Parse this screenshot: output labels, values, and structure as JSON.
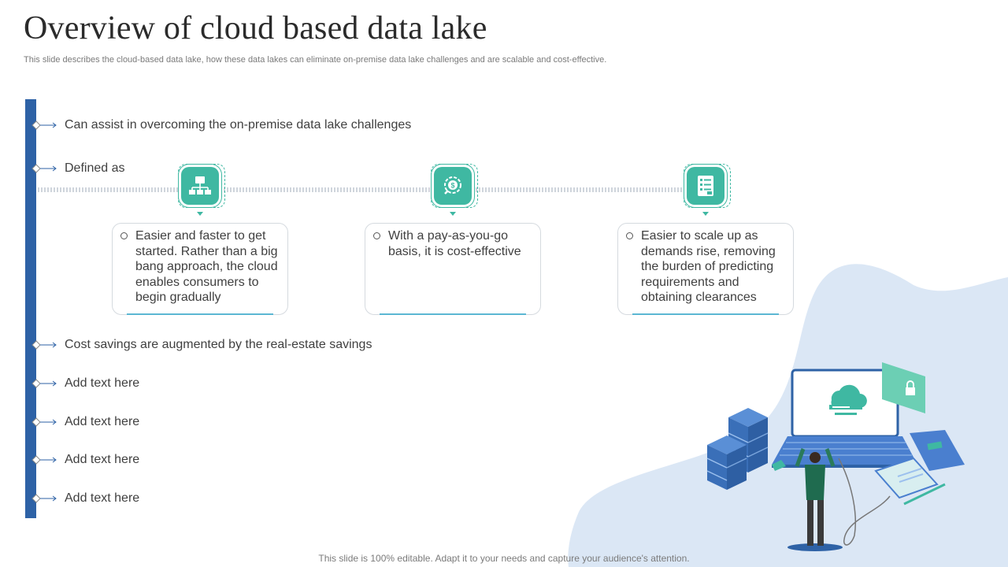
{
  "header": {
    "title": "Overview of cloud based data lake",
    "subtitle": "This slide describes the cloud-based data lake, how these data lakes can eliminate on-premise data lake challenges and are scalable and cost-effective."
  },
  "bullets": [
    "Can assist in overcoming the on-premise data lake challenges",
    "Defined as",
    "Cost savings are augmented by the real-estate savings",
    "Add text here",
    "Add text here",
    "Add text here",
    "Add text here"
  ],
  "cards": [
    {
      "icon": "network-icon",
      "text": "Easier and faster to get started. Rather than a big bang approach, the cloud enables consumers to begin gradually"
    },
    {
      "icon": "money-gear-icon",
      "text": "With a pay-as-you-go basis, it is cost-effective"
    },
    {
      "icon": "checklist-icon",
      "text": "Easier to scale up as demands rise, removing the burden of predicting requirements and obtaining clearances"
    }
  ],
  "footer": "This slide is 100% editable. Adapt it to your needs and capture your audience's attention.",
  "colors": {
    "accent_blue": "#2e62a6",
    "accent_teal": "#3fb8a2",
    "light_blue": "#dbe7f5",
    "card_underline": "#5bb7d3"
  }
}
